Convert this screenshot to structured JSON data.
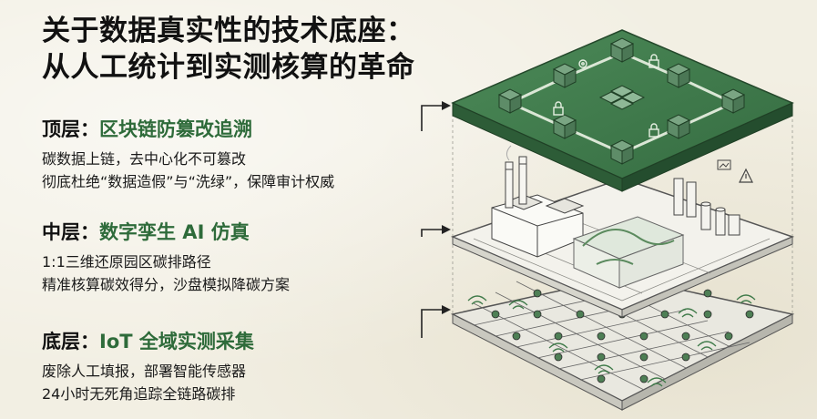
{
  "title": {
    "line1": "关于数据真实性的技术底座：",
    "line2": "从人工统计到实测核算的革命"
  },
  "layers": [
    {
      "prefix": "顶层：",
      "highlight": "区块链防篡改追溯",
      "lines": [
        "碳数据上链，去中心化不可篡改",
        "彻底杜绝“数据造假”与“洗绿”，保障审计权威"
      ]
    },
    {
      "prefix": "中层：",
      "highlight": "数字孪生 AI 仿真",
      "lines": [
        "1:1三维还原园区碳排路径",
        "精准核算碳效得分，沙盘模拟降碳方案"
      ]
    },
    {
      "prefix": "底层：",
      "highlight": "IoT 全域实测采集",
      "lines": [
        "废除人工填报，部署智能传感器",
        "24小时无死角追踪全链路碳排"
      ]
    }
  ],
  "colors": {
    "accent_green": "#2e6b3a",
    "top_plate": "#3d7a4a",
    "text": "#111111",
    "paper": "#f2efe3"
  },
  "icons": {
    "top": [
      "chain-link-icon",
      "padlock-icon",
      "gear-icon"
    ],
    "middle": [
      "factory-icon",
      "chimney-icon",
      "storage-tank-icon",
      "warning-icon"
    ],
    "bottom": [
      "wifi-signal-icon",
      "sensor-node-icon"
    ]
  }
}
